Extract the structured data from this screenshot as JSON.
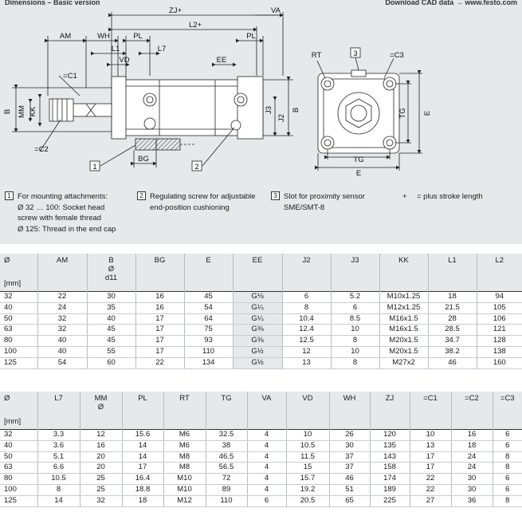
{
  "header": {
    "left": "Dimensions – Basic version",
    "right": "Download CAD data → www.festo.com"
  },
  "drawing": {
    "dim_labels": {
      "zj": "ZJ+",
      "va": "VA",
      "l2": "L2+",
      "am": "AM",
      "wh": "WH",
      "pl": "PL",
      "l1": "L1",
      "l7": "L7",
      "vd": "VD",
      "ee": "EE",
      "b": "B",
      "mm": "MM",
      "kk": "KK",
      "j3": "J3",
      "j2": "J2",
      "bg": "BG",
      "rt": "RT",
      "tg": "TG",
      "e": "E",
      "c1": "=C1",
      "c2": "=C2",
      "c3": "=C3"
    },
    "callouts": [
      "1",
      "2",
      "3"
    ]
  },
  "notes": {
    "n1": {
      "num": "1",
      "lines": [
        "For mounting attachments:",
        "Ø 32 … 100: Socket head",
        "screw with female thread",
        "Ø 125: Thread in the end cap"
      ]
    },
    "n2": {
      "num": "2",
      "lines": [
        "Regulating screw for adjustable",
        "end-position cushioning"
      ]
    },
    "n3": {
      "num": "3",
      "lines": [
        "Slot for proximity sensor",
        "SME/SMT-8"
      ]
    },
    "plus": {
      "sym": "+",
      "text": "= plus stroke length"
    }
  },
  "table1": {
    "headers": [
      [
        "Ø",
        "",
        ""
      ],
      [
        "AM",
        "",
        ""
      ],
      [
        "B",
        "Ø",
        "d11"
      ],
      [
        "BG",
        "",
        ""
      ],
      [
        "E",
        "",
        ""
      ],
      [
        "EE",
        "",
        ""
      ],
      [
        "J2",
        "",
        ""
      ],
      [
        "J3",
        "",
        ""
      ],
      [
        "KK",
        "",
        ""
      ],
      [
        "L1",
        "",
        ""
      ],
      [
        "L2",
        "",
        ""
      ]
    ],
    "unit": "[mm]",
    "rows": [
      [
        "32",
        "22",
        "30",
        "16",
        "45",
        "G⅛",
        "6",
        "5.2",
        "M10x1.25",
        "18",
        "94"
      ],
      [
        "40",
        "24",
        "35",
        "16",
        "54",
        "G¼",
        "8",
        "6",
        "M12x1.25",
        "21.5",
        "105"
      ],
      [
        "50",
        "32",
        "40",
        "17",
        "64",
        "G¼",
        "10.4",
        "8.5",
        "M16x1.5",
        "28",
        "106"
      ],
      [
        "63",
        "32",
        "45",
        "17",
        "75",
        "G⅜",
        "12.4",
        "10",
        "M16x1.5",
        "28.5",
        "121"
      ],
      [
        "80",
        "40",
        "45",
        "17",
        "93",
        "G⅜",
        "12.5",
        "8",
        "M20x1.5",
        "34.7",
        "128"
      ],
      [
        "100",
        "40",
        "55",
        "17",
        "110",
        "G½",
        "12",
        "10",
        "M20x1.5",
        "38.2",
        "138"
      ],
      [
        "125",
        "54",
        "60",
        "22",
        "134",
        "G½",
        "13",
        "8",
        "M27x2",
        "46",
        "160"
      ]
    ]
  },
  "table2": {
    "headers": [
      [
        "Ø",
        "",
        ""
      ],
      [
        "L7",
        "",
        ""
      ],
      [
        "MM",
        "Ø",
        ""
      ],
      [
        "PL",
        "",
        ""
      ],
      [
        "RT",
        "",
        ""
      ],
      [
        "TG",
        "",
        ""
      ],
      [
        "VA",
        "",
        ""
      ],
      [
        "VD",
        "",
        ""
      ],
      [
        "WH",
        "",
        ""
      ],
      [
        "ZJ",
        "",
        ""
      ],
      [
        "=C1",
        "",
        ""
      ],
      [
        "=C2",
        "",
        ""
      ],
      [
        "=C3",
        "",
        ""
      ]
    ],
    "unit": "[mm]",
    "rows": [
      [
        "32",
        "3.3",
        "12",
        "15.6",
        "M6",
        "32.5",
        "4",
        "10",
        "26",
        "120",
        "10",
        "16",
        "6"
      ],
      [
        "40",
        "3.6",
        "16",
        "14",
        "M6",
        "38",
        "4",
        "10.5",
        "30",
        "135",
        "13",
        "18",
        "6"
      ],
      [
        "50",
        "5.1",
        "20",
        "14",
        "M8",
        "46.5",
        "4",
        "11.5",
        "37",
        "143",
        "17",
        "24",
        "8"
      ],
      [
        "63",
        "6.6",
        "20",
        "17",
        "M8",
        "56.5",
        "4",
        "15",
        "37",
        "158",
        "17",
        "24",
        "8"
      ],
      [
        "80",
        "10.5",
        "25",
        "16.4",
        "M10",
        "72",
        "4",
        "15.7",
        "46",
        "174",
        "22",
        "30",
        "6"
      ],
      [
        "100",
        "8",
        "25",
        "18.8",
        "M10",
        "89",
        "4",
        "19.2",
        "51",
        "189",
        "22",
        "30",
        "6"
      ],
      [
        "125",
        "14",
        "32",
        "18",
        "M12",
        "110",
        "6",
        "20.5",
        "65",
        "225",
        "27",
        "36",
        "8"
      ]
    ]
  }
}
